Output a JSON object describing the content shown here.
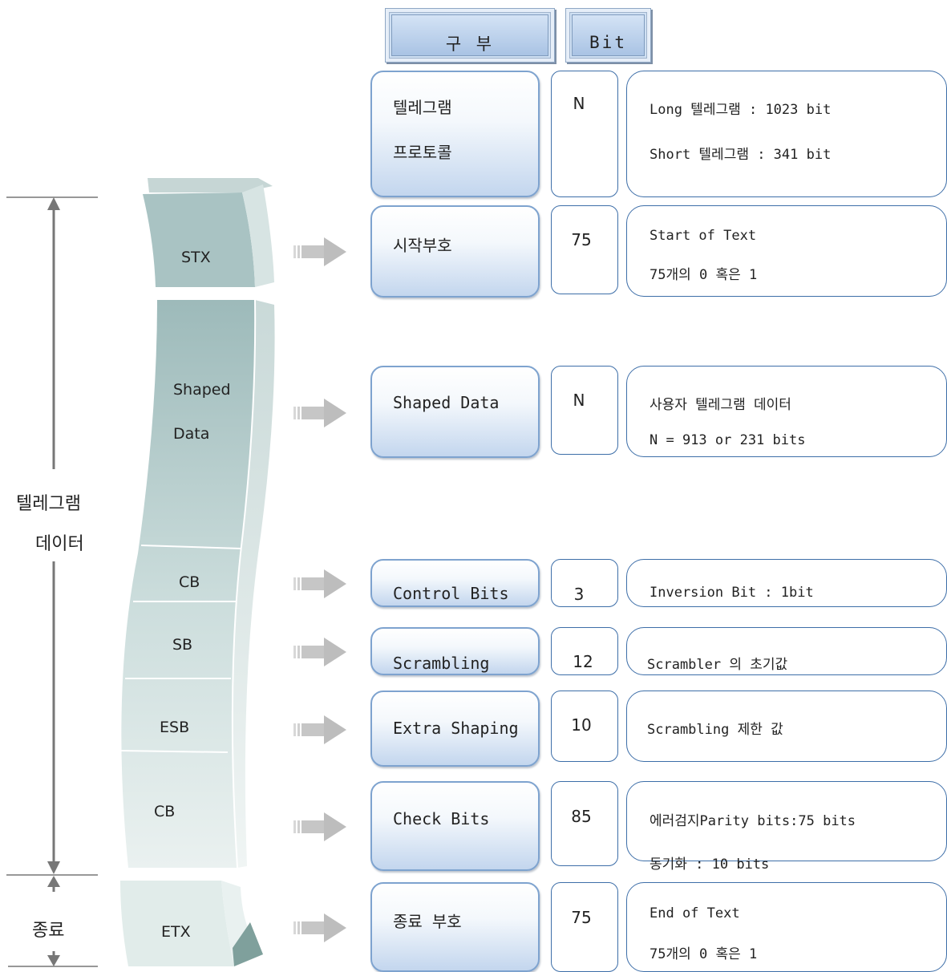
{
  "header": {
    "category": "구 부",
    "bit": "Bit"
  },
  "rows": [
    {
      "category_lines": [
        "텔레그램",
        "프로토콜"
      ],
      "bit": "N",
      "desc": [
        "Long 텔레그램 : 1023 bit",
        "Short 텔레그램 : 341 bit"
      ]
    },
    {
      "category_lines": [
        "시작부호"
      ],
      "bit": "75",
      "desc": [
        "Start of Text",
        "75개의 0 혹은 1"
      ]
    },
    {
      "category_lines": [
        "Shaped Data"
      ],
      "bit": "N",
      "desc": [
        "사용자 텔레그램 데이터",
        "N = 913 or 231 bits"
      ]
    },
    {
      "category_lines": [
        "Control Bits"
      ],
      "bit": "3",
      "desc": [
        "Inversion Bit : 1bit"
      ]
    },
    {
      "category_lines": [
        "Scrambling"
      ],
      "bit": "12",
      "desc": [
        "Scrambler 의 초기값"
      ]
    },
    {
      "category_lines": [
        "Extra Shaping"
      ],
      "bit": "10",
      "desc": [
        "Scrambling 제한 값"
      ]
    },
    {
      "category_lines": [
        "Check Bits"
      ],
      "bit": "85",
      "desc": [
        "에러검지Parity bits:75 bits",
        "동기화 : 10 bits"
      ]
    },
    {
      "category_lines": [
        "종료 부호"
      ],
      "bit": "75",
      "desc": [
        "End of Text",
        "75개의 0 혹은 1"
      ]
    }
  ],
  "segments": {
    "stx": "STX",
    "shaped_1": "Shaped",
    "shaped_2": "Data",
    "cb1": "CB",
    "sb": "SB",
    "esb": "ESB",
    "cb2": "CB",
    "etx": "ETX"
  },
  "side": {
    "telegram_1": "텔레그램",
    "telegram_2": "데이터",
    "end": "종료"
  },
  "colors": {
    "box_border": "#7ea3cf",
    "box_bottom": "#c3d6ee",
    "line_border": "#3d6ea8",
    "tape_dark": "#a7c0c3",
    "tape_light": "#e6efee",
    "arrow": "#c8c8c8"
  }
}
